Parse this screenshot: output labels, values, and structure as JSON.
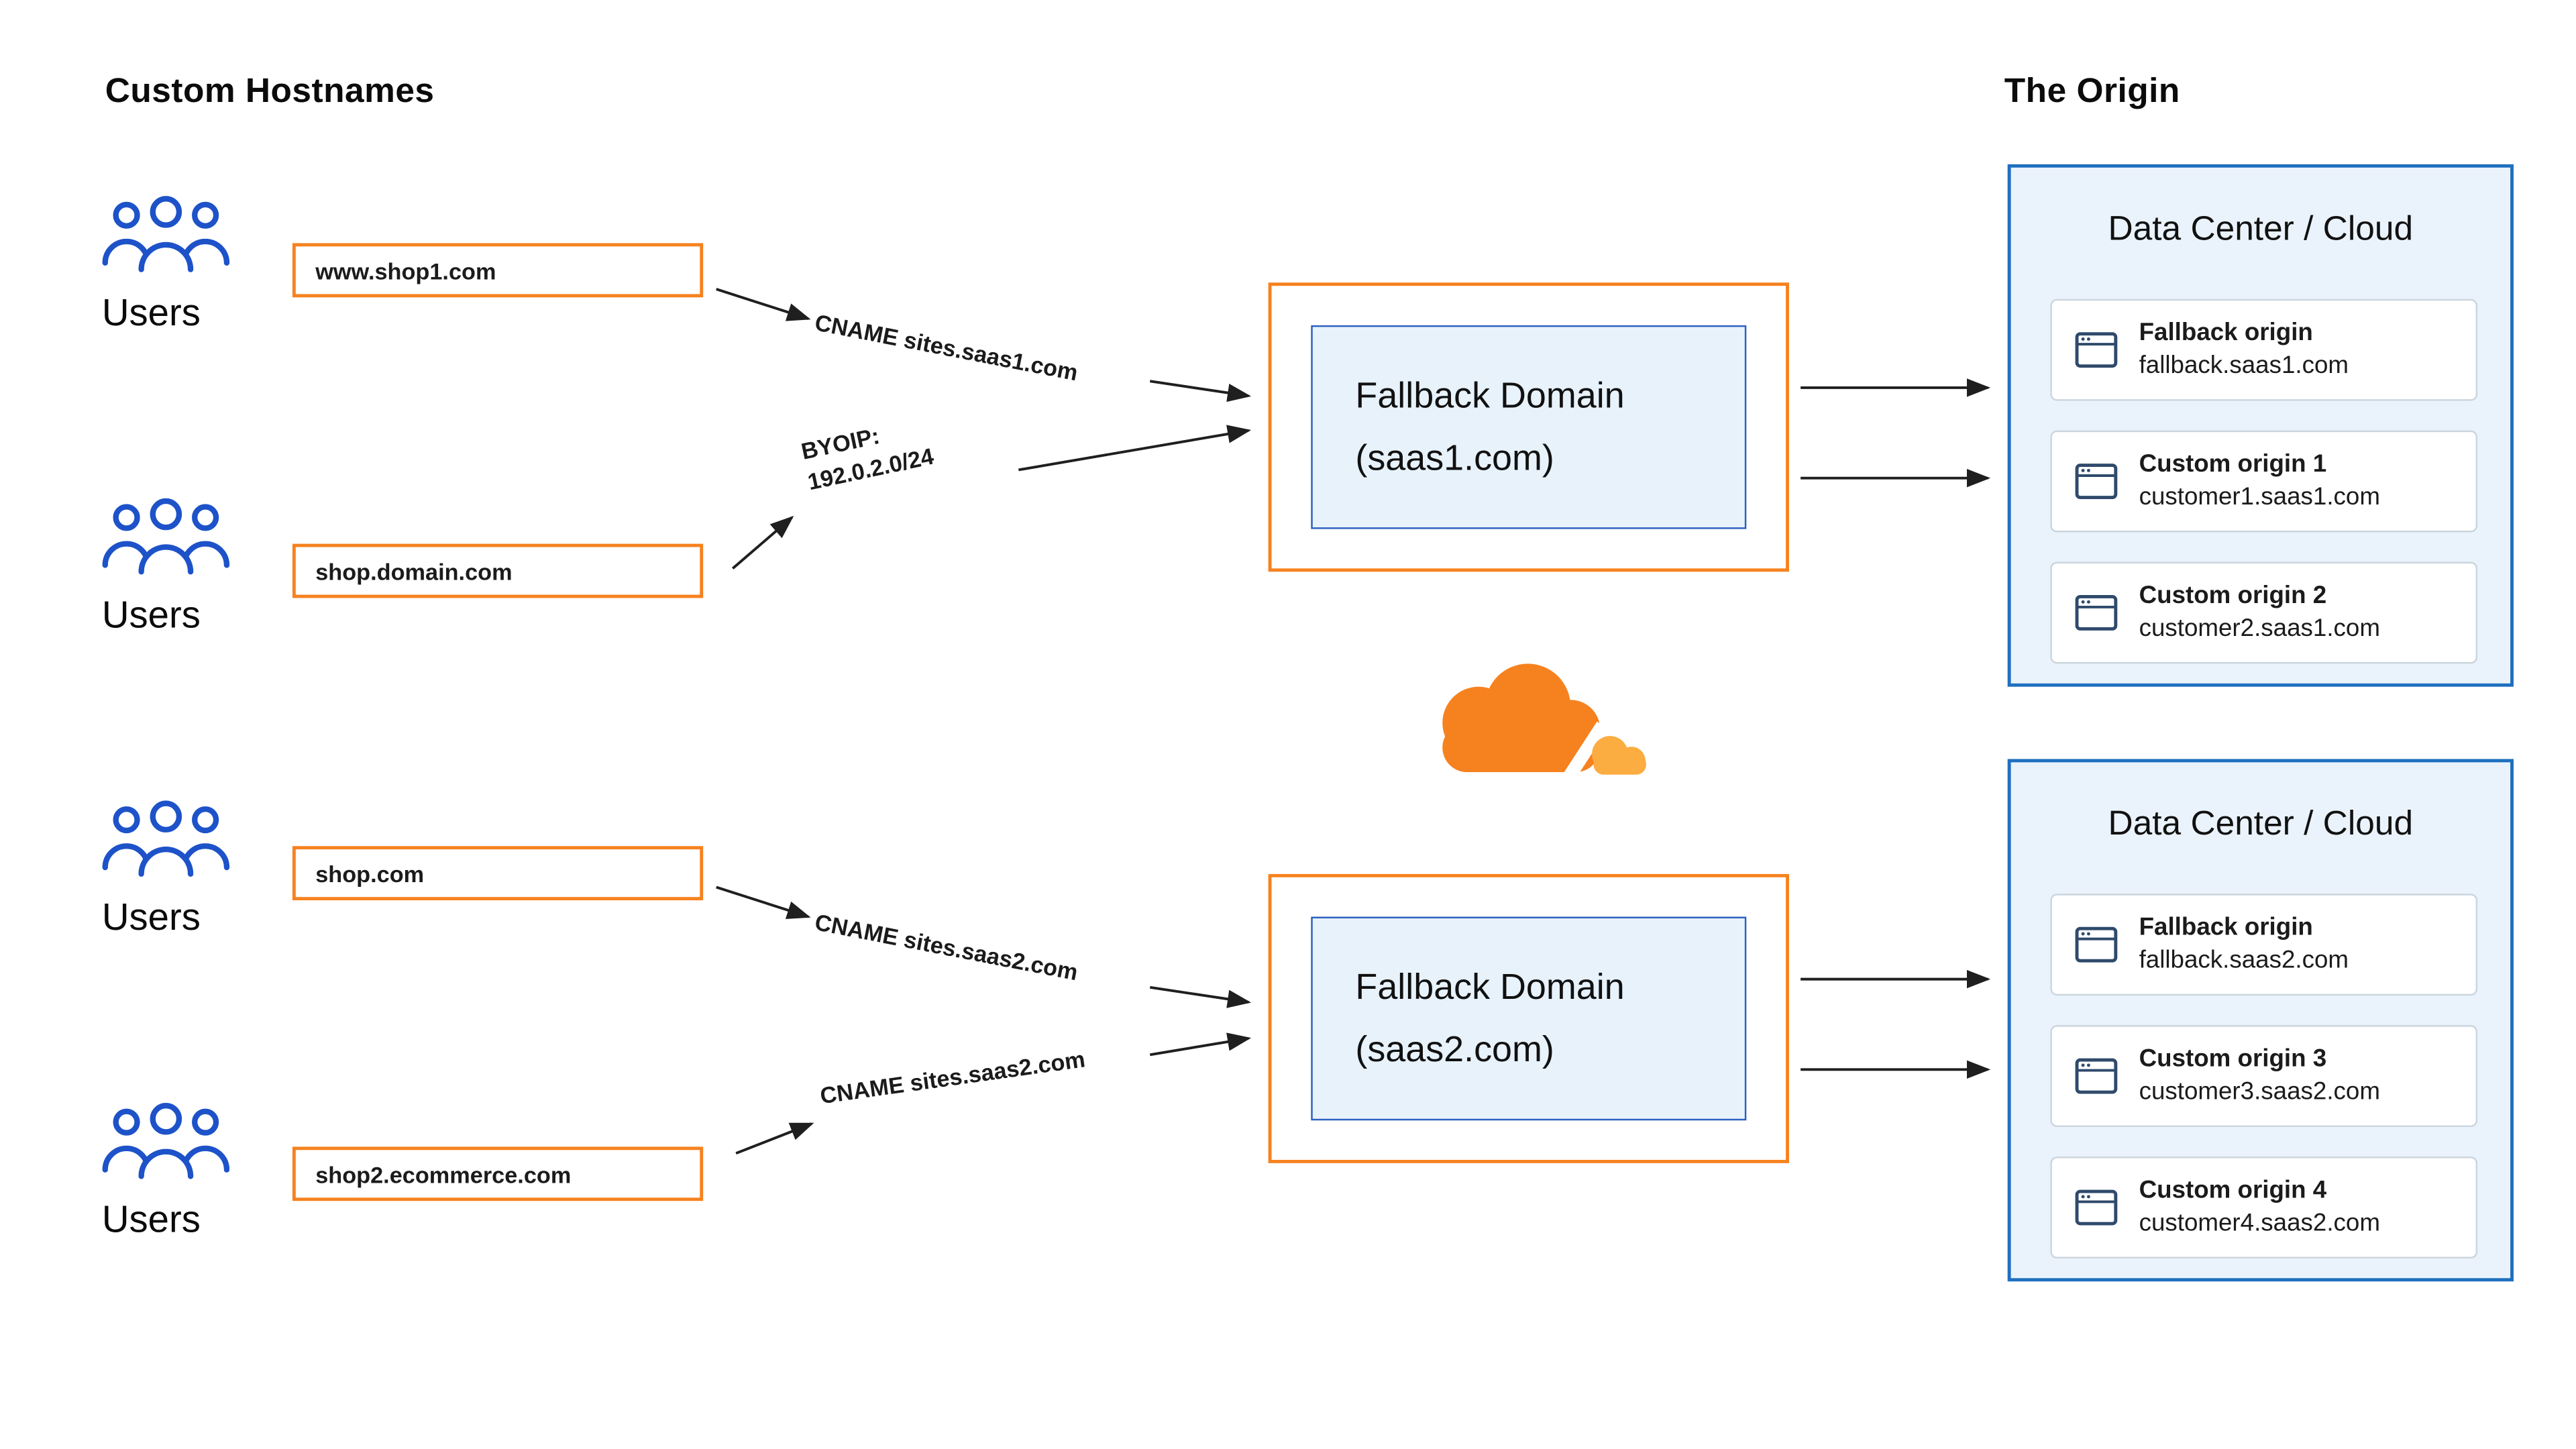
{
  "header": {
    "left_title": "Custom Hostnames",
    "right_title": "The Origin"
  },
  "user_groups": [
    {
      "label": "Users",
      "hostname": "www.shop1.com"
    },
    {
      "label": "Users",
      "hostname": "shop.domain.com"
    },
    {
      "label": "Users",
      "hostname": "shop.com"
    },
    {
      "label": "Users",
      "hostname": "shop2.ecommerce.com"
    }
  ],
  "connection_labels": [
    {
      "line1": "CNAME sites.saas1.com",
      "line2": ""
    },
    {
      "line1": "BYOIP:",
      "line2": "192.0.2.0/24"
    },
    {
      "line1": "CNAME sites.saas2.com",
      "line2": ""
    },
    {
      "line1": "CNAME sites.saas2.com",
      "line2": ""
    }
  ],
  "fallback_domains": [
    {
      "title": "Fallback Domain",
      "subtitle": "(saas1.com)"
    },
    {
      "title": "Fallback Domain",
      "subtitle": "(saas2.com)"
    }
  ],
  "data_centers": [
    {
      "title": "Data Center / Cloud",
      "origins": [
        {
          "name": "Fallback origin",
          "host": "fallback.saas1.com"
        },
        {
          "name": "Custom origin 1",
          "host": "customer1.saas1.com"
        },
        {
          "name": "Custom origin 2",
          "host": "customer2.saas1.com"
        }
      ]
    },
    {
      "title": "Data Center / Cloud",
      "origins": [
        {
          "name": "Fallback origin",
          "host": "fallback.saas2.com"
        },
        {
          "name": "Custom origin 3",
          "host": "customer3.saas2.com"
        },
        {
          "name": "Custom origin 4",
          "host": "customer4.saas2.com"
        }
      ]
    }
  ],
  "icons": {
    "users": "users-icon",
    "origin_window": "browser-window-icon",
    "logo": "cloudflare-logo"
  },
  "colors": {
    "orange": "#F6821F",
    "light_orange": "#FBAD41",
    "inner_blue_border": "#2C5FC0",
    "inner_blue_bg": "#E7F2FB",
    "panel_bg": "#EAF3FB",
    "panel_border": "#1E6FBF",
    "icon_blue": "#1D52C9",
    "arrow": "#1F1F1F",
    "text": "#1B1B1B"
  }
}
